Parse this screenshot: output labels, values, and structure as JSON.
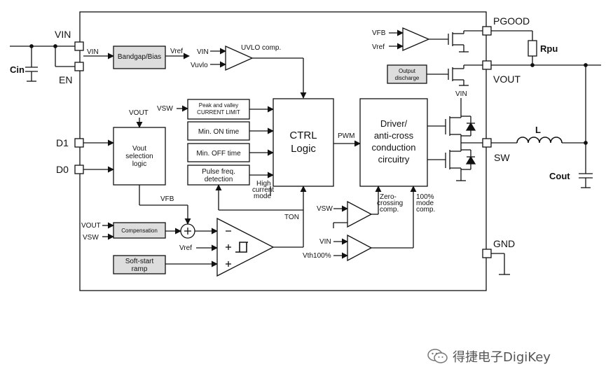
{
  "pins": {
    "vin": "VIN",
    "en": "EN",
    "d1": "D1",
    "d0": "D0",
    "pgood": "PGOOD",
    "vout": "VOUT",
    "sw": "SW",
    "gnd": "GND"
  },
  "external": {
    "cin": "Cin",
    "rpu": "Rpu",
    "inductor": "L",
    "cout": "Cout"
  },
  "blocks": {
    "bandgap": "Bandgap/Bias",
    "peak_valley": [
      "Peak and valley",
      "CURRENT LIMIT"
    ],
    "min_on": "Min. ON time",
    "min_off": "Min. OFF time",
    "pulse_freq": [
      "Pulse freq.",
      "detection"
    ],
    "ctrl_logic": [
      "CTRL",
      "Logic"
    ],
    "driver": [
      "Driver/",
      "anti-cross",
      "conduction",
      "circuitry"
    ],
    "vout_sel": [
      "Vout",
      "selection",
      "logic"
    ],
    "compensation": "Compensation",
    "softstart": [
      "Soft-start",
      "ramp"
    ],
    "output_discharge": [
      "Output",
      "discharge"
    ]
  },
  "signals": {
    "vin_bg": "VIN",
    "vref_bg": "Vref",
    "uvlo_vin": "VIN",
    "uvlo_vuvlo": "Vuvlo",
    "uvlo_comp": "UVLO comp.",
    "vsw_cl": "VSW",
    "vout_sel_in": "VOUT",
    "vfb": "VFB",
    "pwm": "PWM",
    "ton": "TON",
    "high_current": [
      "High",
      "current",
      "mode"
    ],
    "vout_comp": "VOUT",
    "vsw_comp": "VSW",
    "vref_ea": "Vref",
    "vfb_pg": "VFB",
    "vref_pg": "Vref",
    "vin_hs": "VIN",
    "vsw_zc": "VSW",
    "zero_crossing": [
      "Zero-",
      "crossing",
      "comp."
    ],
    "vin_100": "VIN",
    "vth100": "Vth100%",
    "mode100": [
      "100%",
      "mode",
      "comp."
    ]
  },
  "watermark": "得捷电子DigiKey"
}
